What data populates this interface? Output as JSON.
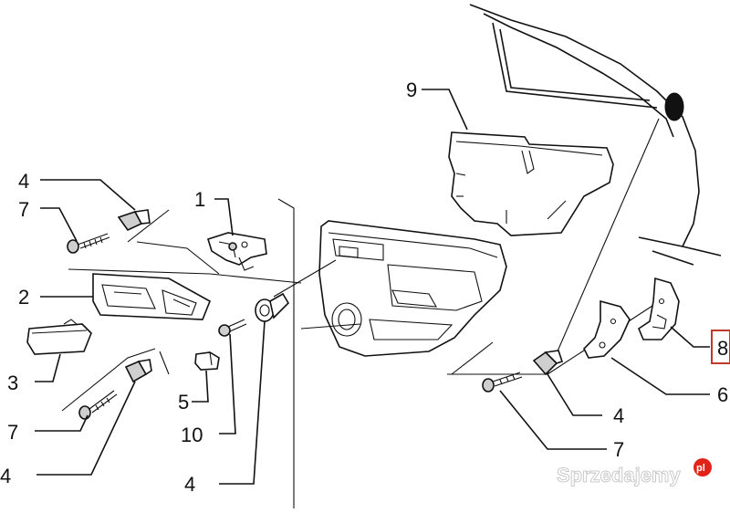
{
  "callouts": {
    "c1": "1",
    "c2": "2",
    "c3": "3",
    "c4_top": "4",
    "c4_left_bottom": "4",
    "c4_mid_bottom": "4",
    "c4_right": "4",
    "c5": "5",
    "c6": "6",
    "c7_top": "7",
    "c7_bottom_left": "7",
    "c7_right": "7",
    "c8": "8",
    "c9": "9",
    "c10": "10"
  },
  "highlight_color": "#c0392b",
  "watermark": {
    "text": "Sprzedajemy",
    "suffix": "pl",
    "accent": "#e2231a"
  }
}
